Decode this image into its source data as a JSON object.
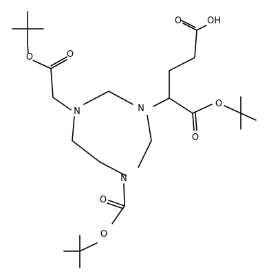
{
  "molecule": {
    "atoms": {
      "n1": "N",
      "n2": "N",
      "n3": "N",
      "o1": "O",
      "o2": "O",
      "o3": "O",
      "o4": "O",
      "o5": "O",
      "o6": "O",
      "oh": "OH"
    },
    "colors": {
      "bond": "#000000",
      "label": "#000000",
      "background": "#ffffff"
    }
  }
}
